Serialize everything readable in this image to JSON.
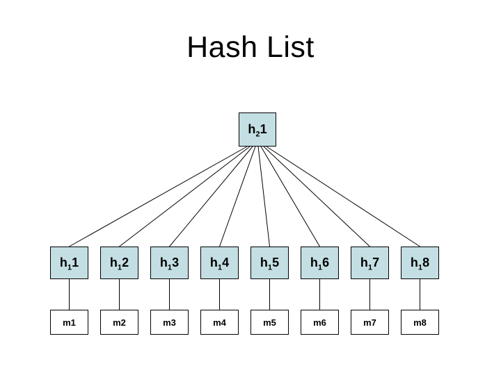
{
  "title": "Hash List",
  "diagram": {
    "root": {
      "pre": "h",
      "sub": "2",
      "post": "1"
    },
    "hash_nodes": [
      {
        "pre": "h",
        "sub": "1",
        "post": "1"
      },
      {
        "pre": "h",
        "sub": "1",
        "post": "2"
      },
      {
        "pre": "h",
        "sub": "1",
        "post": "3"
      },
      {
        "pre": "h",
        "sub": "1",
        "post": "4"
      },
      {
        "pre": "h",
        "sub": "1",
        "post": "5"
      },
      {
        "pre": "h",
        "sub": "1",
        "post": "6"
      },
      {
        "pre": "h",
        "sub": "1",
        "post": "7"
      },
      {
        "pre": "h",
        "sub": "1",
        "post": "8"
      }
    ],
    "message_nodes": [
      "m1",
      "m2",
      "m3",
      "m4",
      "m5",
      "m6",
      "m7",
      "m8"
    ],
    "colors": {
      "background": "#ffffff",
      "text": "#000000",
      "hash_node_fill": "#c4dfe4",
      "message_node_fill": "#ffffff",
      "node_border": "#000000",
      "line": "#000000"
    }
  }
}
